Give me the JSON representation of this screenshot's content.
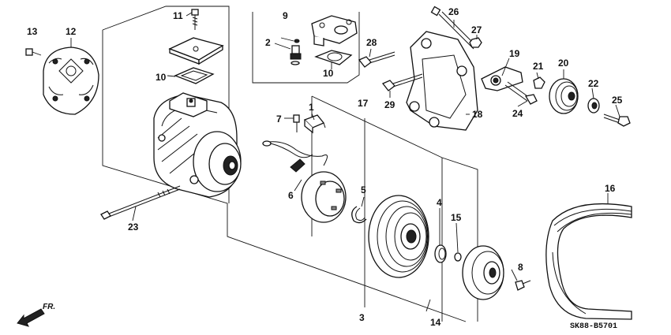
{
  "diagram_code": "SK88-B5701",
  "direction_label": "FR.",
  "callouts": {
    "c1": "1",
    "c2": "2",
    "c3": "3",
    "c4": "4",
    "c5": "5",
    "c6": "6",
    "c7": "7",
    "c8": "8",
    "c9": "9",
    "c10a": "10",
    "c10b": "10",
    "c11": "11",
    "c12": "12",
    "c13": "13",
    "c14": "14",
    "c15": "15",
    "c16": "16",
    "c17": "17",
    "c18": "18",
    "c19": "19",
    "c20": "20",
    "c21": "21",
    "c22": "22",
    "c23": "23",
    "c24": "24",
    "c25": "25",
    "c26": "26",
    "c27": "27",
    "c28": "28",
    "c29": "29"
  }
}
